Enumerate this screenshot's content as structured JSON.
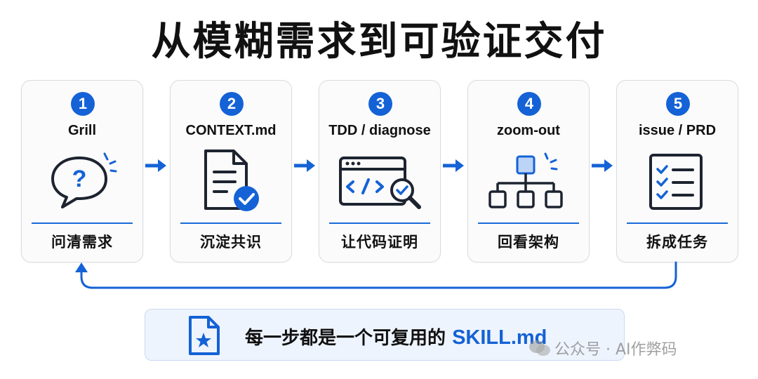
{
  "title": "从模糊需求到可验证交付",
  "steps": [
    {
      "number": "1",
      "name": "Grill",
      "subtitle": "问清需求",
      "icon": "question-bubble-icon"
    },
    {
      "number": "2",
      "name": "CONTEXT.md",
      "subtitle": "沉淀共识",
      "icon": "document-check-icon"
    },
    {
      "number": "3",
      "name": "TDD / diagnose",
      "subtitle": "让代码证明",
      "icon": "code-window-magnifier-icon"
    },
    {
      "number": "4",
      "name": "zoom-out",
      "subtitle": "回看架构",
      "icon": "hierarchy-icon"
    },
    {
      "number": "5",
      "name": "issue / PRD",
      "subtitle": "拆成任务",
      "icon": "checklist-icon"
    }
  ],
  "bottom": {
    "text": "每一步都是一个可复用的 ",
    "highlight": "SKILL.md",
    "icon": "star-file-icon"
  },
  "watermark": "公众号 · AI作弊码",
  "colors": {
    "accent": "#1462d6",
    "card_border": "#d9dbe0",
    "bottom_bg": "#eef4fd"
  }
}
